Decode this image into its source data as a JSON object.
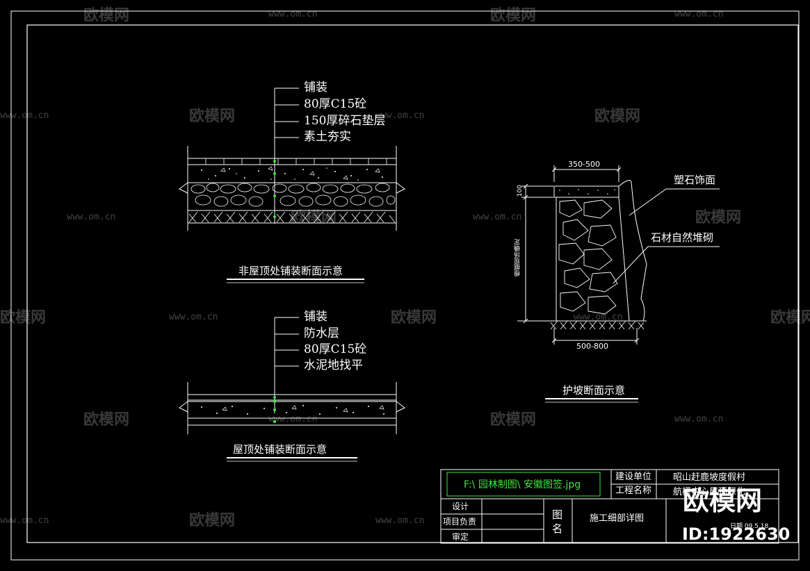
{
  "diagram": {
    "detail1": {
      "layers": [
        "铺装",
        "80厚C15砼",
        "150厚碎石垫层",
        "素土夯实"
      ],
      "caption": "非屋顶处铺装断面示意"
    },
    "detail2": {
      "layers": [
        "铺装",
        "防水层",
        "80厚C15砼",
        "水泥地找平"
      ],
      "caption": "屋顶处铺装断面示意"
    },
    "detail3": {
      "top_dim": "350-500",
      "bottom_dim": "500-800",
      "side_dim": "100",
      "height_note": "根据现场确定",
      "label_surface": "塑石饰面",
      "label_stone": "石材自然堆砌",
      "caption": "护坡断面示意"
    }
  },
  "title_block": {
    "file_path": "F:\\ 园林制图\\ 安徽图签.jpg",
    "build_unit_label": "建设单位",
    "build_unit_value": "昭山赶鹿坡度假村",
    "project_name_label": "工程名称",
    "project_name_value": "航模中心屋顶绿化",
    "design_label": "设计",
    "pm_label": "项目负责",
    "review_label": "审定",
    "drawing_name_label": "图名",
    "drawing_name_value": "施工细部详图",
    "date_text": "日期 09.5.18"
  },
  "watermark": {
    "brand": "欧模网",
    "url": "www.om.cn",
    "id_text": "ID:1922630"
  },
  "colors": {
    "background": "#000000",
    "lines": "#ffffff",
    "accent_green": "#3fe63f"
  }
}
